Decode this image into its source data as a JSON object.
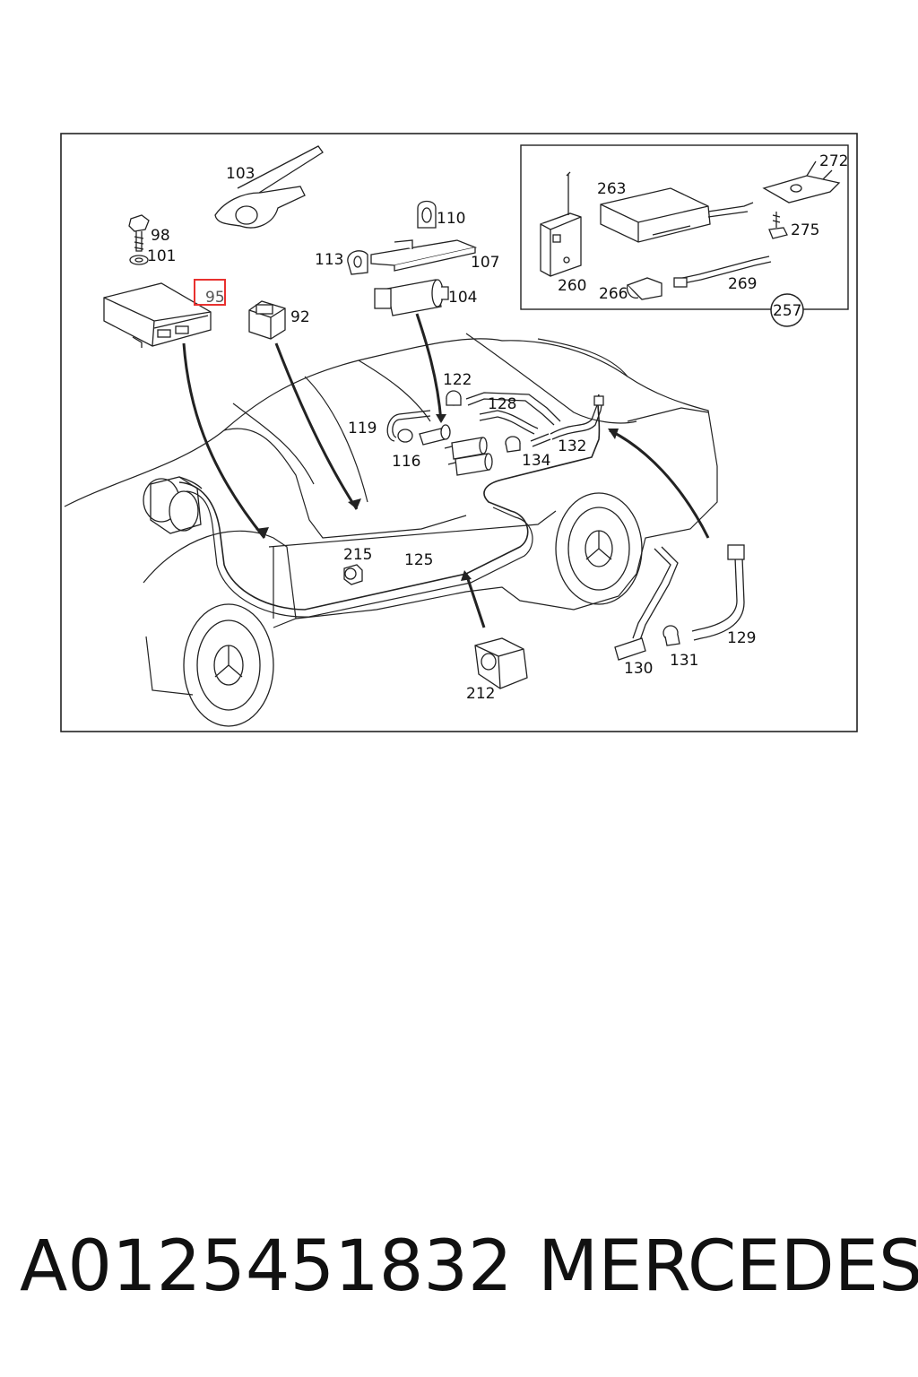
{
  "diagram": {
    "highlight_color": "#e8312f",
    "line_color": "#222222",
    "callouts": {
      "c103": "103",
      "c98": "98",
      "c101": "101",
      "c110": "110",
      "c113": "113",
      "c107": "107",
      "c104": "104",
      "c95": "95",
      "c92": "92",
      "c122": "122",
      "c128": "128",
      "c119": "119",
      "c116": "116",
      "c134": "134",
      "c132": "132",
      "c215": "215",
      "c125": "125",
      "c212": "212",
      "c129": "129",
      "c130": "130",
      "c131": "131",
      "c263": "263",
      "c272": "272",
      "c275": "275",
      "c260": "260",
      "c266": "266",
      "c269": "269",
      "c257": "257"
    },
    "highlighted": "95"
  },
  "caption": {
    "part_number": "A0125451832",
    "brand": "MERCEDES"
  }
}
